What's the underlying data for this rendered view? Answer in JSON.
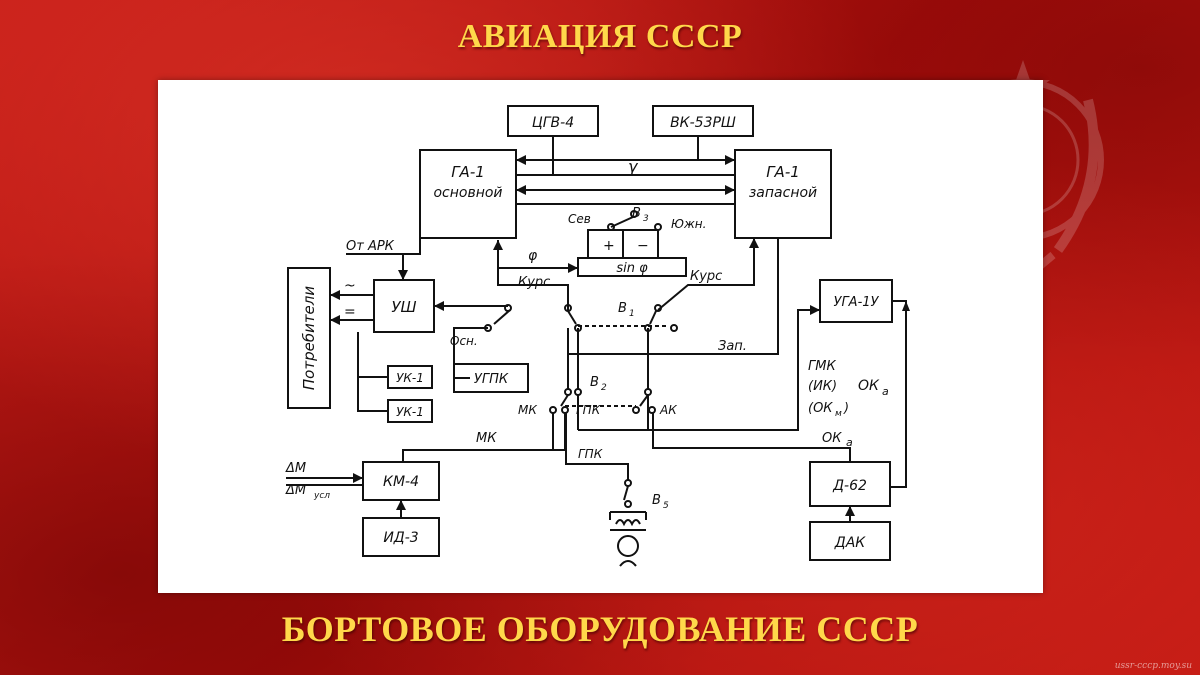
{
  "header": {
    "title": "АВИАЦИЯ СССР"
  },
  "footer": {
    "title": "БОРТОВОЕ ОБОРУДОВАНИЕ  СССР",
    "watermark": "ussr-cccp.moy.su"
  },
  "diagram": {
    "blocks": {
      "tsgv": "ЦГВ-4",
      "vk": "ВК-53РШ",
      "ga_main_1": "ГА-1",
      "ga_main_2": "основной",
      "ga_spare_1": "ГА-1",
      "ga_spare_2": "запасной",
      "ush": "УШ",
      "consumers": "Потребители",
      "ugpk": "УГПК",
      "uk1_a": "УК-1",
      "uk1_b": "УК-1",
      "km4": "КМ-4",
      "id3": "ИД-3",
      "uga": "УГА-1У",
      "d62": "Д-62",
      "dak": "ДАК",
      "sin_box": "sin φ"
    },
    "labels": {
      "gamma": "γ",
      "sev": "Сев",
      "yuzh": "Южн.",
      "b3": "В",
      "b3_sub": "3",
      "plus": "+",
      "minus": "−",
      "phi": "φ",
      "ot_ark": "От АРК",
      "kurs_left": "Курс",
      "kurs_right": "Курс",
      "tilde": "~",
      "equals": "=",
      "osn": "Осн.",
      "b1": "В",
      "b1_sub": "1",
      "zap": "Зап.",
      "b2": "В",
      "b2_sub": "2",
      "mk_sw": "МК",
      "gpk_sw": "ГПК",
      "ak_sw": "АК",
      "mk_line": "МК",
      "gpk_line": "ГПК",
      "gmk": "ГМК",
      "ik": "(ИК)",
      "okm": "(ОК",
      "okm_sub": "м",
      "okm_close": ")",
      "oka_top": "ОК",
      "oka_top_sub": "а",
      "oka_mid": "ОК",
      "oka_mid_sub": "а",
      "dm": "ΔМ",
      "dm_usl": "ΔМ",
      "dm_usl_sub": "усл",
      "b5": "В",
      "b5_sub": "5"
    }
  }
}
